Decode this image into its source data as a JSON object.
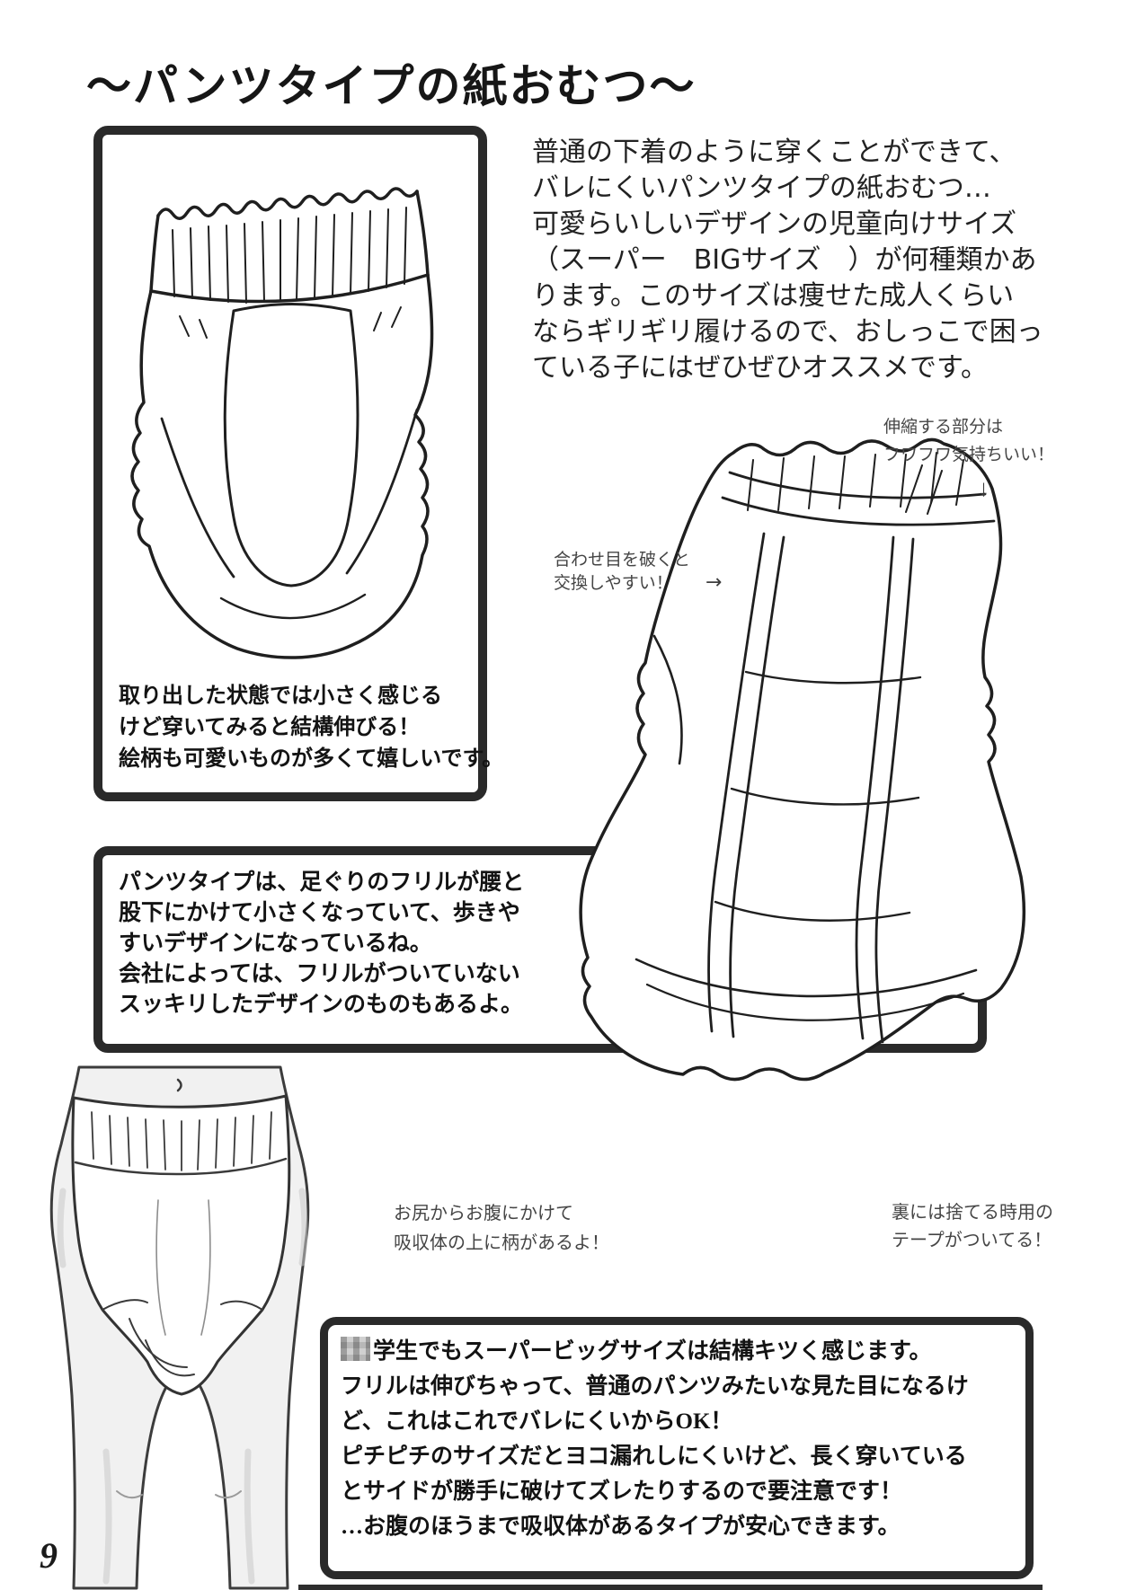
{
  "page": {
    "title": "～パンツタイプの紙おむつ～",
    "page_number": "9"
  },
  "colors": {
    "ink": "#1a1a1a",
    "panel_border": "#2a2a2a",
    "paper": "#ffffff"
  },
  "icons": {
    "down_arrow": "↓",
    "right_arrow": "→"
  },
  "intro": {
    "lines": [
      "普通の下着のように穿くことができて、",
      "バレにくいパンツタイプの紙おむつ…",
      "可愛らいしいデザインの児童向けサイズ",
      "（スーパー　BIGサイズ　）が何種類かあ",
      "ります。このサイズは痩せた成人くらい",
      "ならギリギリ履けるので、おしっこで困っ",
      "ている子にはぜひぜひオススメです。"
    ]
  },
  "front_panel": {
    "caption_lines": [
      "取り出した状態では小さく感じる",
      "けど穿いてみると結構伸びる！",
      "絵柄も可愛いものが多くて嬉しいです。"
    ]
  },
  "annotations": {
    "stretch": {
      "line1": "伸縮する部分は",
      "line2": "フワフワ気持ちいい！"
    },
    "seam": {
      "line1": "合わせ目を破くと",
      "line2": "交換しやすい！"
    },
    "pattern": {
      "line1": "お尻からお腹にかけて",
      "line2": "吸収体の上に柄があるよ！"
    },
    "tape": {
      "line1": "裏には捨てる時用の",
      "line2": "テープがついてる！"
    }
  },
  "design_panel": {
    "lines": [
      "パンツタイプは、足ぐりのフリルが腰と",
      "股下にかけて小さくなっていて、歩きや",
      "すいデザインになっているね。",
      "会社によっては、フリルがついていない",
      "スッキリしたデザインのものもあるよ。"
    ]
  },
  "experience_panel": {
    "line1_after_censor": "学生でもスーパービッグサイズは結構キツく感じます。",
    "lines": [
      "フリルは伸びちゃって、普通のパンツみたいな見た目になるけ",
      "ど、これはこれでバレにくいからOK！",
      "ピチピチのサイズだとヨコ漏れしにくいけど、長く穿いている",
      "とサイドが勝手に破けてズレたりするので要注意です！",
      "…お腹のほうまで吸収体があるタイプが安心できます。"
    ]
  }
}
